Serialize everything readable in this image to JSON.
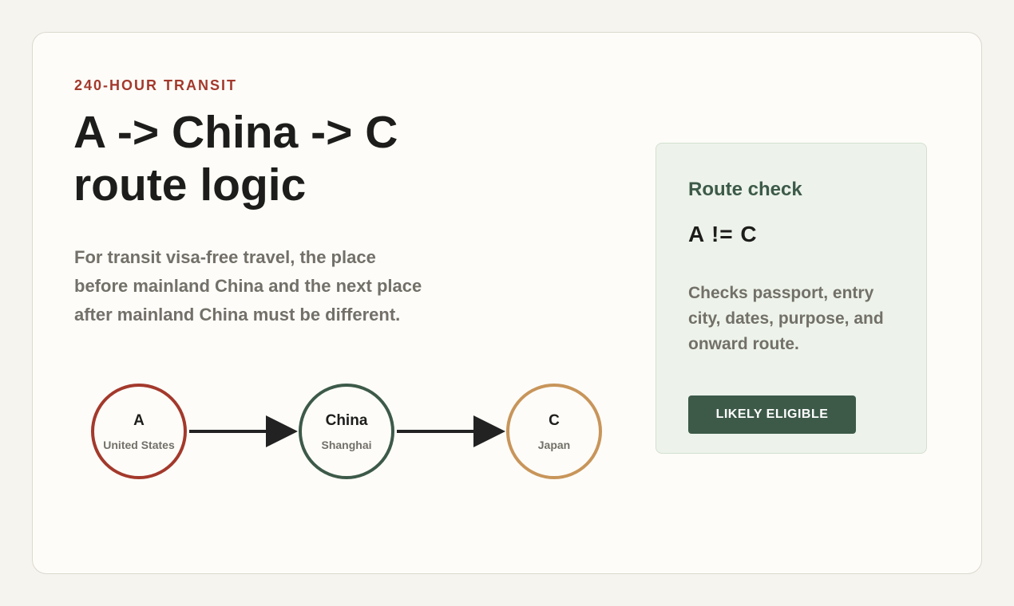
{
  "header": {
    "eyebrow": "240-HOUR TRANSIT",
    "title": "A -> China -> C route logic"
  },
  "description": "For transit visa-free travel, the place before mainland China and the next place after mainland China must be different.",
  "route": {
    "nodes": [
      {
        "label": "A",
        "place": "United States",
        "color": "#a3392c"
      },
      {
        "label": "China",
        "place": "Shanghai",
        "color": "#3d5a49"
      },
      {
        "label": "C",
        "place": "Japan",
        "color": "#c8955a"
      }
    ],
    "arrow_color": "#222222"
  },
  "route_check": {
    "title": "Route check",
    "rule": "A != C",
    "text": "Checks passport, entry city, dates, purpose, and onward route.",
    "status_label": "LIKELY ELIGIBLE"
  },
  "colors": {
    "accent_red": "#a3392c",
    "accent_green": "#3d5a49",
    "accent_gold": "#c8955a",
    "panel_bg": "#edf3ea",
    "card_bg": "#fdfcf8",
    "page_bg": "#f6f4ef"
  }
}
